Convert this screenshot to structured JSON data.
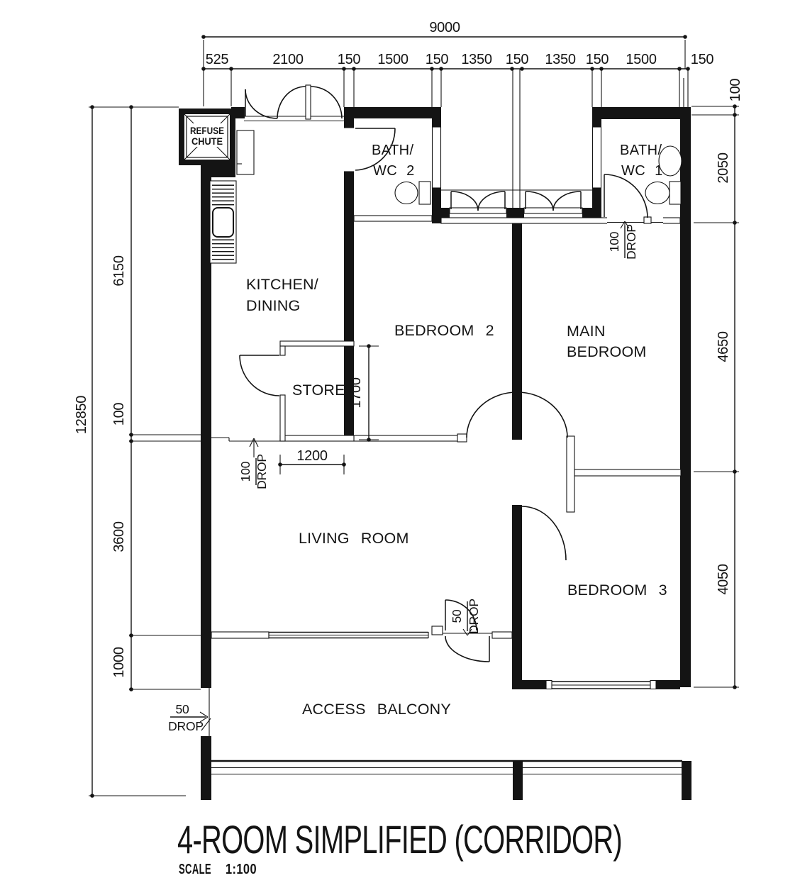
{
  "title": {
    "name": "4-ROOM SIMPLIFIED (CORRIDOR)",
    "scale_label": "SCALE",
    "scale_value": "1:100"
  },
  "rooms": {
    "refuse_chute": {
      "line1": "REFUSE",
      "line2": "CHUTE"
    },
    "kitchen": {
      "line1": "KITCHEN/",
      "line2": "DINING"
    },
    "bath2": {
      "line1": "BATH/",
      "line2": "WC 2"
    },
    "bath1": {
      "line1": "BATH/",
      "line2": "WC 1"
    },
    "bedroom2": "BEDROOM 2",
    "main_bedroom": {
      "line1": "MAIN",
      "line2": "BEDROOM"
    },
    "bedroom3": "BEDROOM 3",
    "store": "STORE",
    "living": "LIVING ROOM",
    "balcony": "ACCESS BALCONY"
  },
  "dims": {
    "overall_width": "9000",
    "top": [
      "525",
      "2100",
      "150",
      "1500",
      "150",
      "1350",
      "150",
      "1350",
      "150",
      "1500",
      "150"
    ],
    "overall_height": "12850",
    "left": [
      "6150",
      "100",
      "3600",
      "1000"
    ],
    "right": [
      "100",
      "2050",
      "4650",
      "4050"
    ],
    "store_width": "1200",
    "store_depth": "1700"
  },
  "drops": {
    "store": {
      "value": "100",
      "word": "DROP"
    },
    "bath1": {
      "value": "100",
      "word": "DROP"
    },
    "entrance": {
      "value": "50",
      "word": "DROP"
    },
    "balcony": {
      "value": "50",
      "word": "DROP"
    }
  }
}
